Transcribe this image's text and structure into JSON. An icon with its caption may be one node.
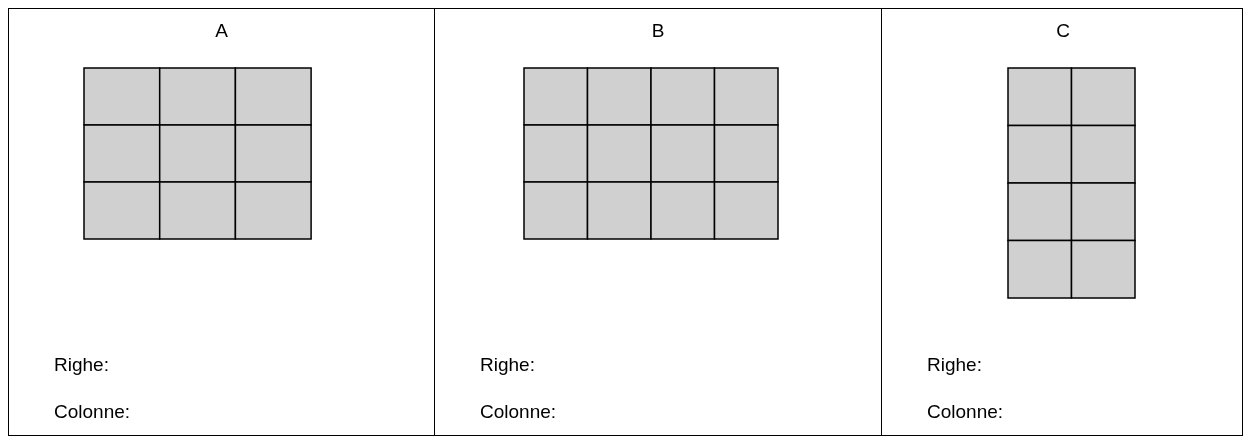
{
  "diagram": {
    "labels": [
      "A",
      "B",
      "C",
      "Righe:",
      "Righe:",
      "Righe:",
      "Colonne:",
      "Colonne:",
      "Colonne:"
    ]
  }
}
